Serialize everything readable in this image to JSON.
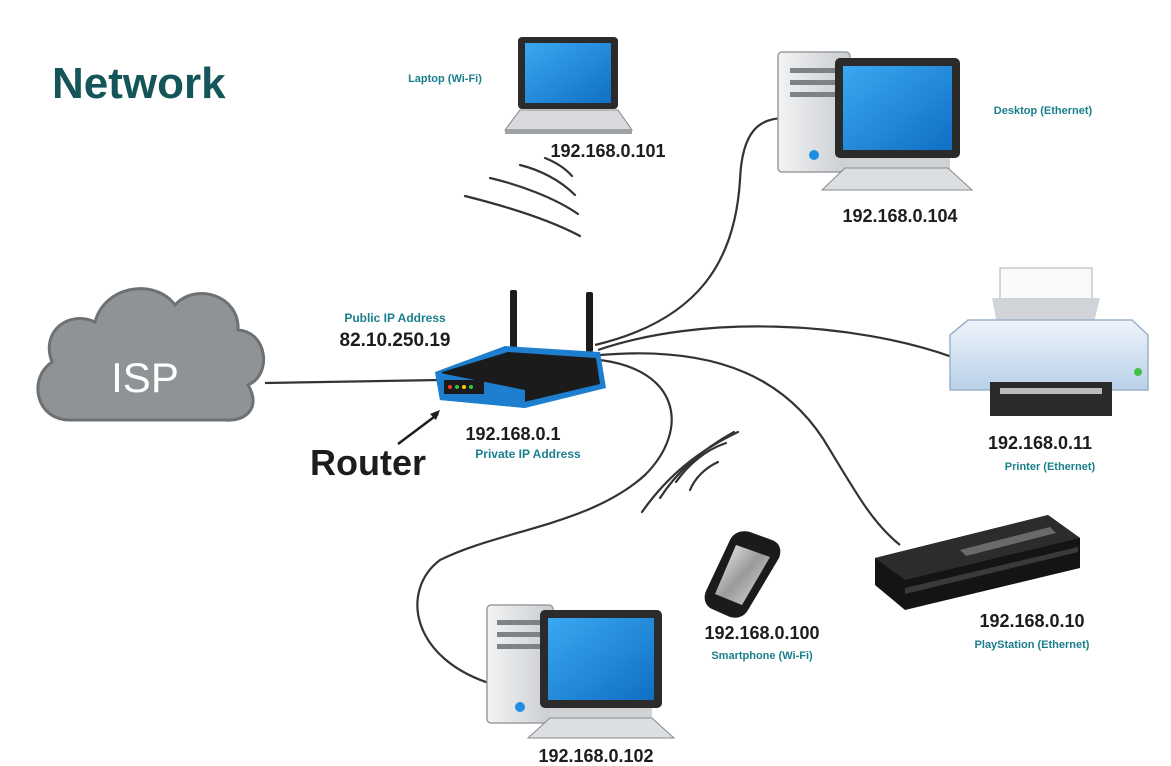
{
  "title": "Network",
  "isp_label": "ISP",
  "router": {
    "label": "Router",
    "public_ip_caption": "Public IP Address",
    "public_ip": "82.10.250.19",
    "private_ip": "192.168.0.1",
    "private_ip_caption": "Private IP Address"
  },
  "devices": {
    "laptop": {
      "label": "Laptop (Wi-Fi)",
      "ip": "192.168.0.101"
    },
    "desktop_top": {
      "label": "Desktop (Ethernet)",
      "ip": "192.168.0.104"
    },
    "printer": {
      "label": "Printer (Ethernet)",
      "ip": "192.168.0.11"
    },
    "playstation": {
      "label": "PlayStation (Ethernet)",
      "ip": "192.168.0.10"
    },
    "smartphone": {
      "label": "Smartphone (Wi-Fi)",
      "ip": "192.168.0.100"
    },
    "desktop_bottom": {
      "ip": "192.168.0.102"
    }
  },
  "colors": {
    "title": "#14555a",
    "caption": "#1a7f8c",
    "screen": "#1e8fe0",
    "device_body": "#e4e6e8",
    "cloud": "#8f9396",
    "router_blue": "#1e7fd0",
    "cable": "#333333"
  }
}
